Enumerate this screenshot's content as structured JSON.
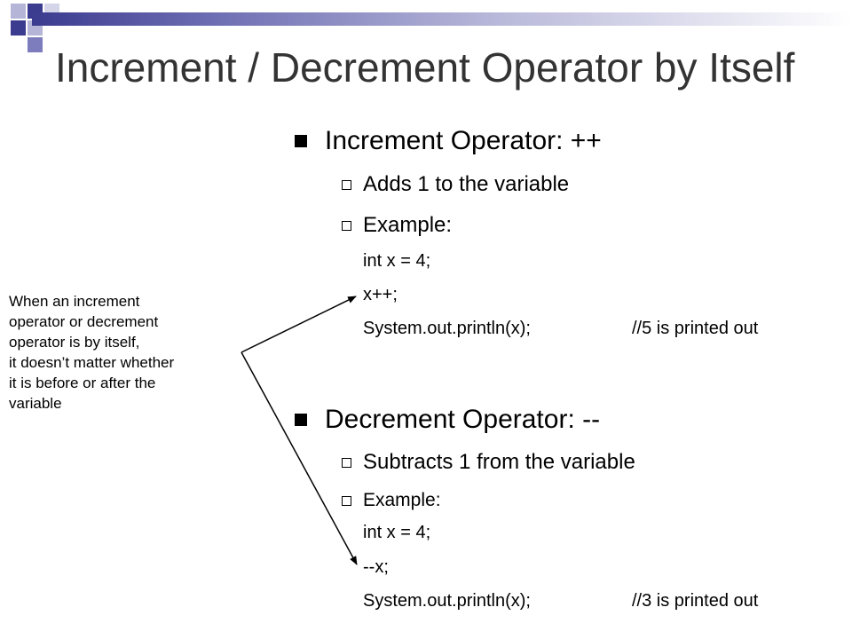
{
  "slide": {
    "title": "Increment / Decrement Operator by Itself",
    "increment": {
      "heading": "Increment Operator:  ++",
      "points": [
        "Adds 1 to the variable",
        "Example:"
      ],
      "code": [
        "int x = 4;",
        "x++;",
        "System.out.println(x);"
      ],
      "comment": "//5 is printed out"
    },
    "decrement": {
      "heading": "Decrement Operator:  --",
      "points": [
        "Subtracts 1 from the variable",
        "Example:"
      ],
      "code": [
        "int x = 4;",
        "--x;",
        "System.out.println(x);"
      ],
      "comment": "//3 is printed out"
    },
    "note": [
      "When an increment",
      "operator or decrement",
      "operator is by itself,",
      "it doesn’t matter whether",
      "it is before or after the",
      "variable"
    ],
    "colors": {
      "title": "#333333",
      "accent_dark": "#3b3b8f",
      "accent_light": "#b5b5d8",
      "text": "#000000"
    }
  }
}
